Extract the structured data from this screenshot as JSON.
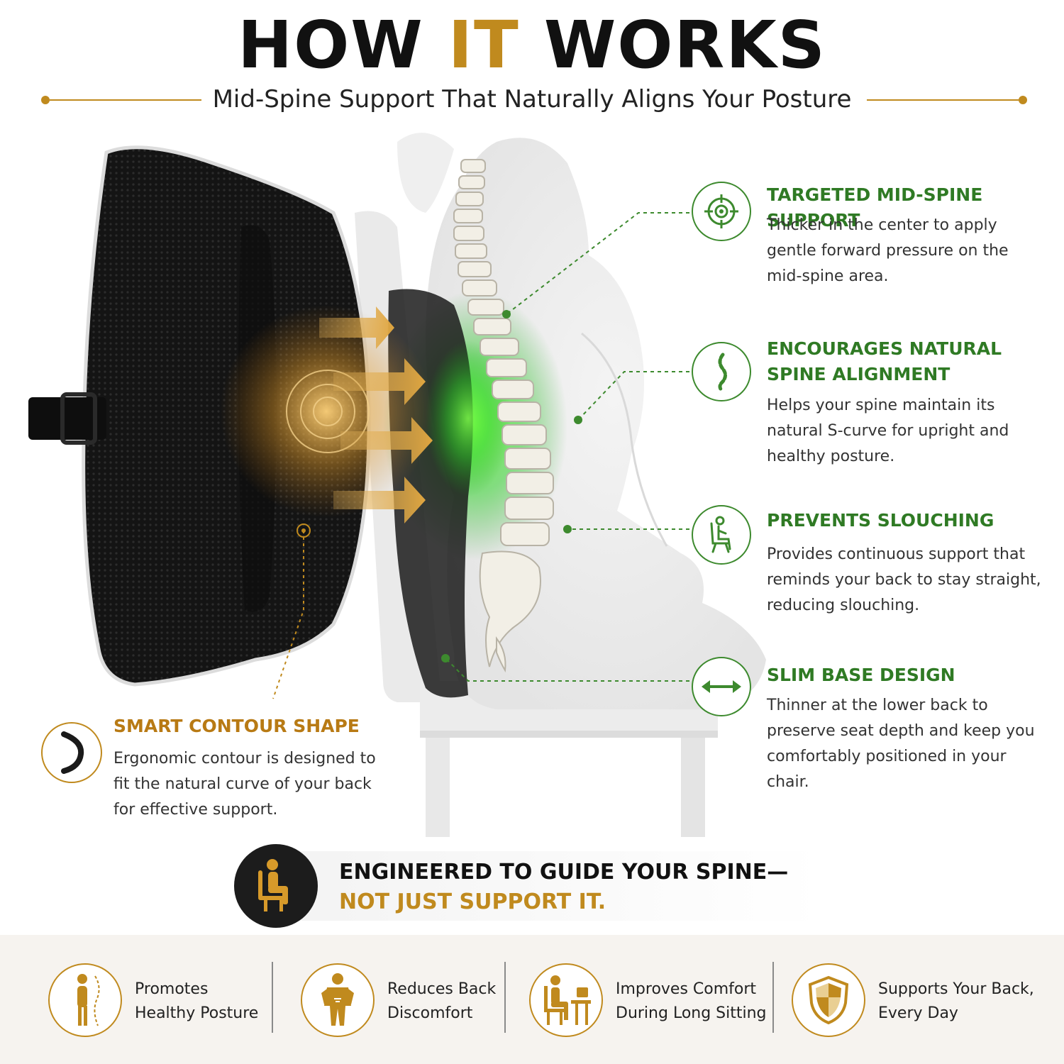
{
  "header": {
    "title_part1": "HOW ",
    "title_part2": "IT",
    "title_part3": " WORKS",
    "subtitle": "Mid-Spine Support That Naturally Aligns Your Posture"
  },
  "features": [
    {
      "title": "TARGETED MID-SPINE SUPPORT",
      "text": "Thicker in the center to apply gentle forward pressure on the mid-spine area.",
      "icon": "target-icon"
    },
    {
      "title": "ENCOURAGES NATURAL SPINE ALIGNMENT",
      "text": "Helps your spine maintain its natural S-curve for upright and healthy posture.",
      "icon": "spine-icon"
    },
    {
      "title": "PREVENTS SLOUCHING",
      "text": "Provides continuous support that reminds your back to stay straight, reducing slouching.",
      "icon": "seated-person-icon"
    },
    {
      "title": "SLIM BASE DESIGN",
      "text": "Thinner at the lower back to preserve seat depth and keep you comfortably positioned in your chair.",
      "icon": "double-arrow-icon"
    }
  ],
  "left_feature": {
    "title": "SMART CONTOUR SHAPE",
    "text": "Ergonomic contour is designed to fit the natural curve of your back for effective support.",
    "icon": "contour-curve-icon"
  },
  "callout": {
    "line1": "ENGINEERED TO GUIDE YOUR SPINE—",
    "line2": "NOT JUST SUPPORT IT.",
    "icon": "seated-person-icon"
  },
  "benefits": [
    {
      "line1": "Promotes",
      "line2": "Healthy Posture",
      "icon": "posture-icon"
    },
    {
      "line1": "Reduces Back",
      "line2": "Discomfort",
      "icon": "back-pain-icon"
    },
    {
      "line1": "Improves Comfort",
      "line2": "During Long Sitting",
      "icon": "desk-worker-icon"
    },
    {
      "line1": "Supports Your Back,",
      "line2": "Every Day",
      "icon": "shield-icon"
    }
  ],
  "colors": {
    "gold": "#c08a1e",
    "green": "#2f7a24",
    "dark": "#111111"
  }
}
